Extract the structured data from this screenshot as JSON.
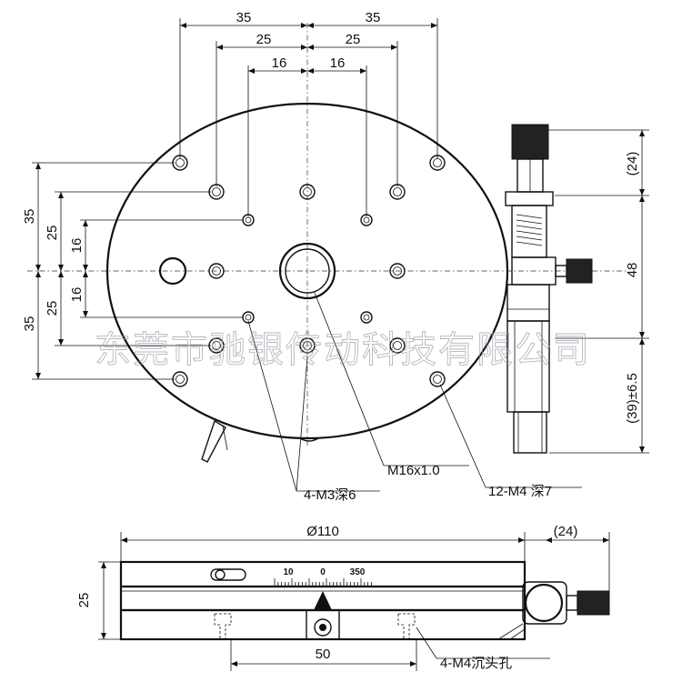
{
  "top_view": {
    "dims_top": [
      "35",
      "25",
      "16",
      "16",
      "25",
      "35"
    ],
    "dims_left": [
      "35",
      "25",
      "16",
      "16",
      "25",
      "35"
    ],
    "dims_right": [
      "(24)",
      "48",
      "(39)±6.5"
    ],
    "callouts": {
      "m3": "4-M3深6",
      "m16": "M16x1.0",
      "m4": "12-M4 深7"
    }
  },
  "side_view": {
    "diameter": "Ø110",
    "knob_dim": "(24)",
    "height": "25",
    "base_width": "50",
    "counterbore": "4-M4沉头孔",
    "scale_labels": [
      "10",
      "0",
      "350"
    ]
  },
  "watermark": "东莞市驰银传动科技有限公司",
  "colors": {
    "line": "#111111",
    "watermark": "#9aa0a8",
    "background": "#ffffff"
  }
}
